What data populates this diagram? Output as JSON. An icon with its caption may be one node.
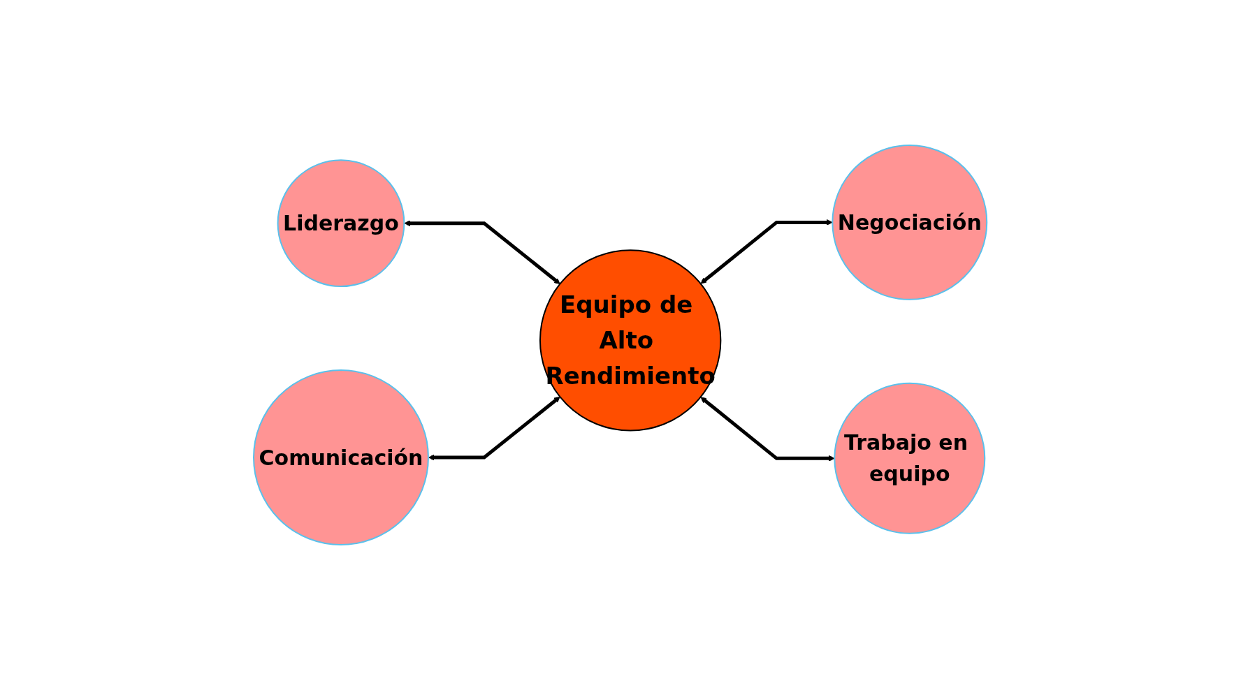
{
  "diagram": {
    "nodes": [
      {
        "text": [
          "Liderazgo"
        ]
      },
      {
        "text": [
          "Negociación"
        ]
      },
      {
        "text": [
          "Equipo de Alto Rendimiento"
        ]
      },
      {
        "text": [
          "Comunicación"
        ]
      },
      {
        "text": [
          "Trabajo en equipo"
        ]
      }
    ],
    "edges": [
      {
        "from": 0,
        "to": 2,
        "arrow": "both"
      },
      {
        "from": 2,
        "to": 1,
        "arrow": "both"
      },
      {
        "from": 3,
        "to": 2,
        "arrow": "both"
      },
      {
        "from": 2,
        "to": 4,
        "arrow": "both"
      }
    ]
  }
}
